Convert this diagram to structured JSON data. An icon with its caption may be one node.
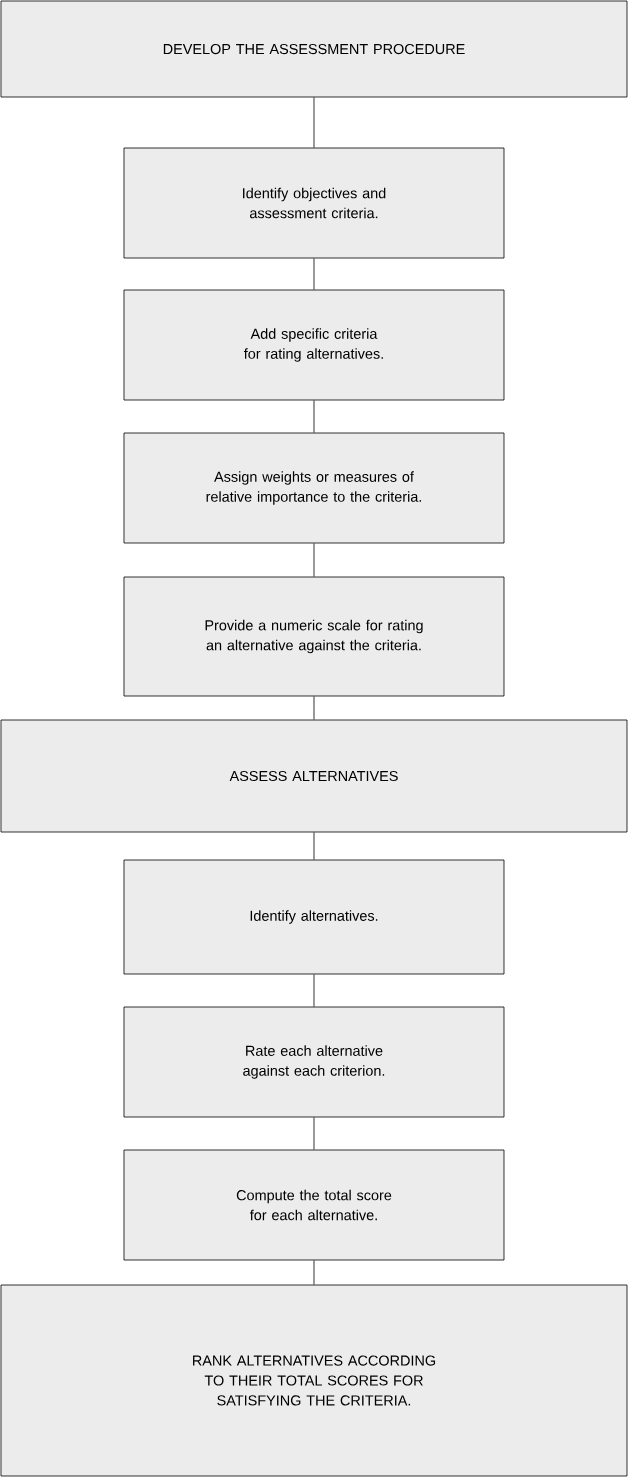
{
  "diagram": {
    "nodes": [
      {
        "text": [
          "DEVELOP THE ASSESSMENT PROCEDURE"
        ]
      },
      {
        "text": [
          "Identify objectives and assessment criteria."
        ]
      },
      {
        "text": [
          "Add specific criteria for rating alternatives."
        ]
      },
      {
        "text": [
          "Assign weights or measures of relative importance to the criteria."
        ]
      },
      {
        "text": [
          "Provide a numeric scale for rating an alternative against the criteria."
        ]
      },
      {
        "text": [
          "ASSESS ALTERNATIVES"
        ]
      },
      {
        "text": [
          "Identify alternatives."
        ]
      },
      {
        "text": [
          "Rate each alternative against each criterion."
        ]
      },
      {
        "text": [
          "Compute the total score for each alternative."
        ]
      },
      {
        "text": [
          "RANK ALTERNATIVES ACCORDING TO THEIR TOTAL SCORES FOR SATISFYING THE CRITERIA."
        ]
      }
    ],
    "edges": [
      {
        "from": 0,
        "to": 1,
        "arrow": "none"
      },
      {
        "from": 1,
        "to": 2,
        "arrow": "none"
      },
      {
        "from": 2,
        "to": 3,
        "arrow": "none"
      },
      {
        "from": 3,
        "to": 4,
        "arrow": "none"
      },
      {
        "from": 4,
        "to": 5,
        "arrow": "none"
      },
      {
        "from": 5,
        "to": 6,
        "arrow": "none"
      },
      {
        "from": 6,
        "to": 7,
        "arrow": "none"
      },
      {
        "from": 7,
        "to": 8,
        "arrow": "none"
      },
      {
        "from": 8,
        "to": 9,
        "arrow": "none"
      }
    ]
  }
}
